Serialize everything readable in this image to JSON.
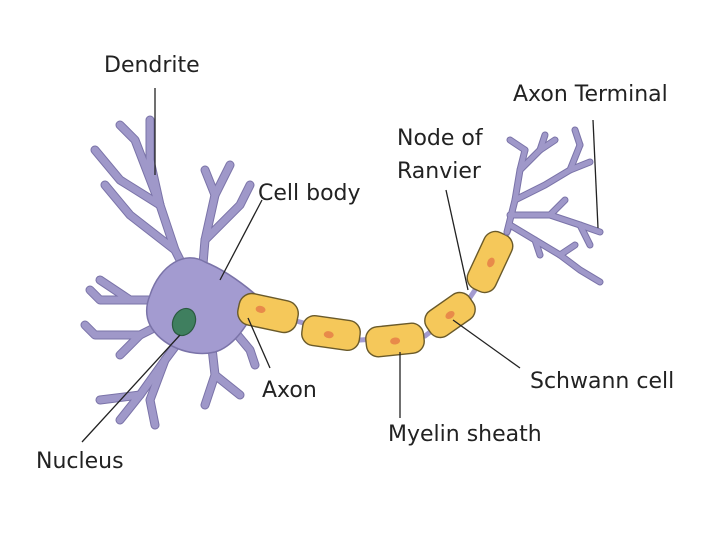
{
  "labels": {
    "dendrite": "Dendrite",
    "cell_body": "Cell body",
    "nucleus": "Nucleus",
    "axon": "Axon",
    "node_of_ranvier_1": "Node of",
    "node_of_ranvier_2": "Ranvier",
    "axon_terminal": "Axon Terminal",
    "schwann_cell": "Schwann cell",
    "myelin_sheath": "Myelin sheath"
  },
  "colors": {
    "cell": "#a39bd0",
    "cell_edge": "#7a73a8",
    "myelin": "#f5c85a",
    "myelin_edge": "#6a5a2a",
    "schwann_nucleus": "#e88a4a",
    "nucleus": "#3f7f5f",
    "text": "#222222"
  }
}
